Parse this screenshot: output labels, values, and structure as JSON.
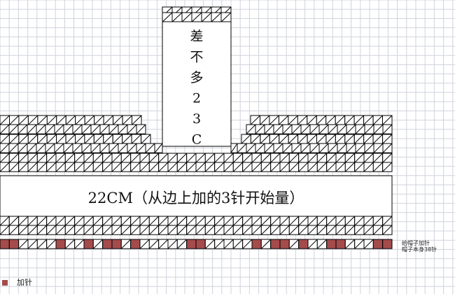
{
  "tower_chars": [
    "差",
    "不",
    "多",
    "2",
    "3",
    "C"
  ],
  "main_label": "22CM（从边上加的3针开始量）",
  "side_note_1": "给帽子加针",
  "side_note_2": "帽子本身38针",
  "legend_label": "加针",
  "colors": {
    "grid_line": "#cfd3dc",
    "knit_cell_border": "#000000",
    "increase_stitch": "#a54b4b",
    "background": "#ffffff"
  }
}
